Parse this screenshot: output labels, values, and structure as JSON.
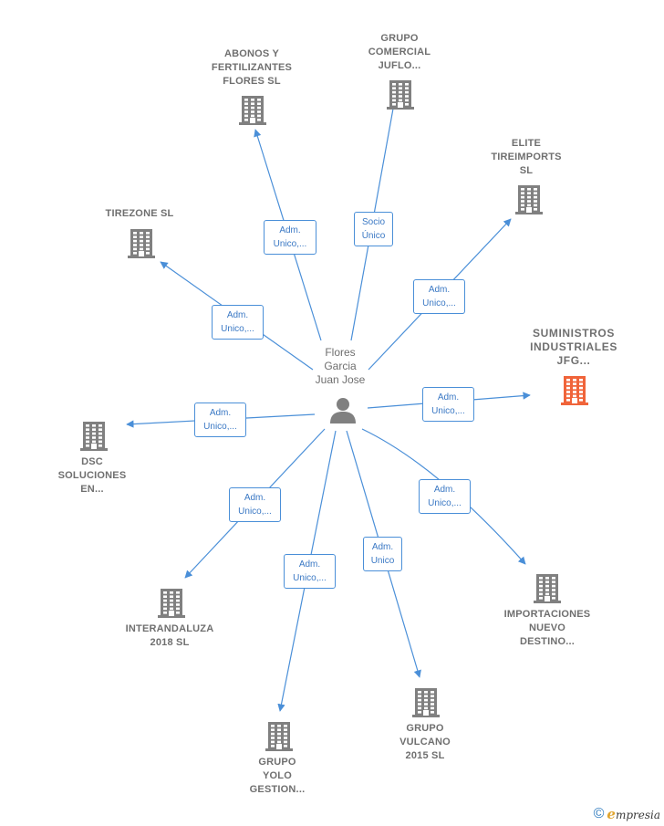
{
  "center": {
    "name": "Flores\nGarcia\nJuan Jose",
    "icon": "person-icon"
  },
  "nodes": [
    {
      "id": "abonos",
      "label": "ABONOS Y\nFERTILIZANTES\nFLORES  SL",
      "icon": "building-icon",
      "highlight": false
    },
    {
      "id": "jufl",
      "label": "GRUPO\nCOMERCIAL\nJUFLO...",
      "icon": "building-icon",
      "highlight": false
    },
    {
      "id": "elite",
      "label": "ELITE\nTIREIMPORTS\nSL",
      "icon": "building-icon",
      "highlight": false
    },
    {
      "id": "tirezone",
      "label": "TIREZONE  SL",
      "icon": "building-icon",
      "highlight": false
    },
    {
      "id": "suministros",
      "label": "SUMINISTROS\nINDUSTRIALES\nJFG...",
      "icon": "building-icon",
      "highlight": true
    },
    {
      "id": "dsc",
      "label": "DSC\nSOLUCIONES\nEN...",
      "icon": "building-icon",
      "highlight": false
    },
    {
      "id": "importaciones",
      "label": "IMPORTACIONES\nNUEVO\nDESTINO...",
      "icon": "building-icon",
      "highlight": false
    },
    {
      "id": "interandaluza",
      "label": "INTERANDALUZA\n2018  SL",
      "icon": "building-icon",
      "highlight": false
    },
    {
      "id": "vulcano",
      "label": "GRUPO\nVULCANO\n2015  SL",
      "icon": "building-icon",
      "highlight": false
    },
    {
      "id": "yolo",
      "label": "GRUPO\nYOLO\nGESTION...",
      "icon": "building-icon",
      "highlight": false
    }
  ],
  "edges": [
    {
      "to": "abonos",
      "label": "Adm.\nUnico,..."
    },
    {
      "to": "jufl",
      "label": "Socio\nÚnico"
    },
    {
      "to": "elite",
      "label": "Adm.\nUnico,..."
    },
    {
      "to": "tirezone",
      "label": "Adm.\nUnico,..."
    },
    {
      "to": "suministros",
      "label": "Adm.\nUnico,..."
    },
    {
      "to": "dsc",
      "label": "Adm.\nUnico,..."
    },
    {
      "to": "importaciones",
      "label": "Adm.\nUnico,..."
    },
    {
      "to": "interandaluza",
      "label": "Adm.\nUnico,..."
    },
    {
      "to": "vulcano",
      "label": "Adm.\nUnico"
    },
    {
      "to": "yolo",
      "label": "Adm.\nUnico,..."
    }
  ],
  "colors": {
    "edge": "#4a8fd8",
    "building": "#808080",
    "building_highlight": "#f0643a",
    "person": "#808080"
  },
  "footer": {
    "copyright": "©",
    "brand_initial": "e",
    "brand_rest": "mpresia"
  }
}
